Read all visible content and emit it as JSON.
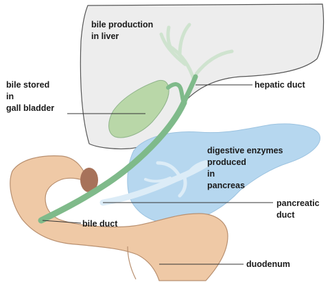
{
  "labels": {
    "bile_production": [
      "bile production",
      "in liver"
    ],
    "bile_stored": [
      "bile stored",
      "in",
      "gall bladder"
    ],
    "hepatic_duct": "hepatic duct",
    "digestive_enzymes": [
      "digestive enzymes",
      "produced",
      "in",
      "pancreas"
    ],
    "pancreatic_duct": [
      "pancreatic",
      "duct"
    ],
    "bile_duct": "bile duct",
    "duodenum": "duodenum"
  },
  "colors": {
    "liver_fill": "#ededed",
    "liver_stroke": "#555555",
    "gallbladder_fill": "#b9d7a8",
    "duct_green": "#7fba8a",
    "pancreas_fill": "#b6d7ef",
    "pancreas_duct": "#dcecf7",
    "duodenum_fill": "#efc9a6",
    "leader_line": "#333333"
  }
}
